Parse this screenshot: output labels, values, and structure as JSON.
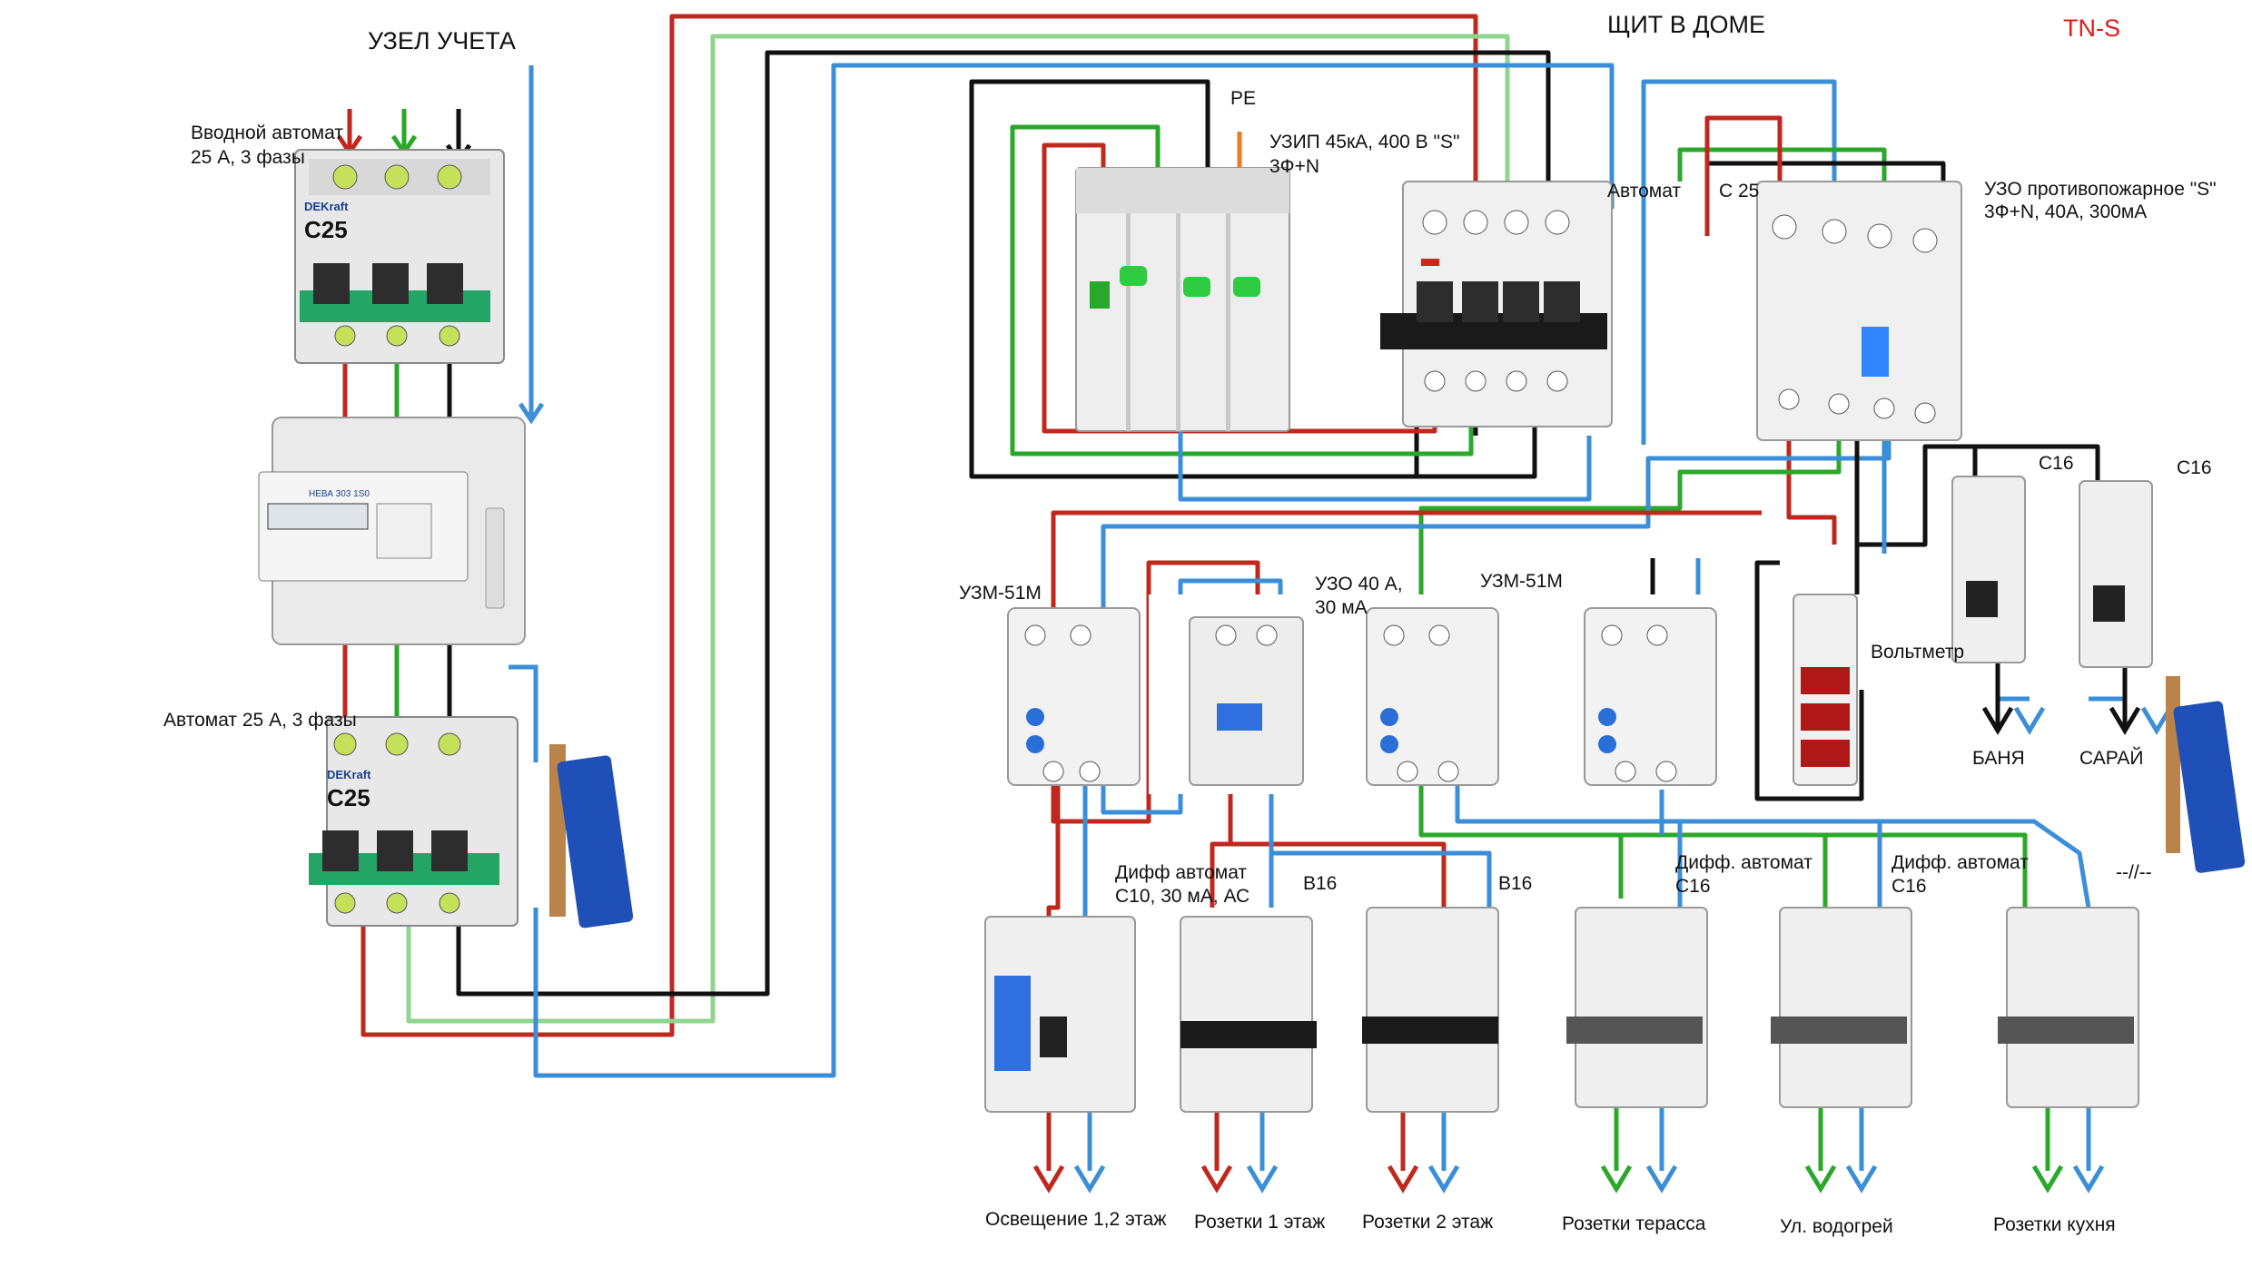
{
  "colors": {
    "phase_red": "#c0281e",
    "phase_green": "#2aa82a",
    "phase_lightgreen": "#8fd48f",
    "neutral_blue": "#3a8fd8",
    "pe_black": "#111111",
    "accent_orange": "#ee7a22",
    "title_red": "#e21b1b"
  },
  "titles": {
    "meter_node": "УЗЕЛ УЧЕТА",
    "house_panel": "ЩИТ В ДОМЕ",
    "system": "TN-S"
  },
  "meter_node": {
    "input_breaker": [
      "Вводной автомат",
      "25 А, 3 фазы"
    ],
    "breaker_after_meter": "Автомат 25 А, 3 фазы",
    "brand": "DEKraft",
    "rating": "C25",
    "meter_name": "НЕВА 303 1S0"
  },
  "panel": {
    "pe_label": "PE",
    "spd": [
      "УЗИП 45кА, 400 В \"S\"",
      "3Ф+N"
    ],
    "main_breaker": "Автомат",
    "main_breaker_rating": "С 25",
    "fire_rcd": [
      "УЗО противопожарное \"S\"",
      "3Ф+N, 40А, 300мА"
    ],
    "uzm_left": "УЗМ-51М",
    "rcd_40": [
      "УЗО 40 А,",
      "30 мА"
    ],
    "uzm_mid": "УЗМ-51М",
    "voltmeter": "Вольтметр",
    "c16_left": "С16",
    "c16_right": "С16",
    "bath": "БАНЯ",
    "shed": "САРАЙ",
    "diff_c10": [
      "Дифф автомат",
      "С10, 30 мА, АС"
    ],
    "b16_1": "В16",
    "b16_2": "В16",
    "diff_c16_1": [
      "Дифф. автомат",
      "С16"
    ],
    "diff_c16_2": [
      "Дифф. автомат",
      "С16"
    ],
    "continuation": "--//--"
  },
  "outputs": [
    "Освещение 1,2 этаж",
    "Розетки 1 этаж",
    "Розетки 2 этаж",
    "Розетки терасса",
    "Ул. водогрей",
    "Розетки кухня"
  ]
}
